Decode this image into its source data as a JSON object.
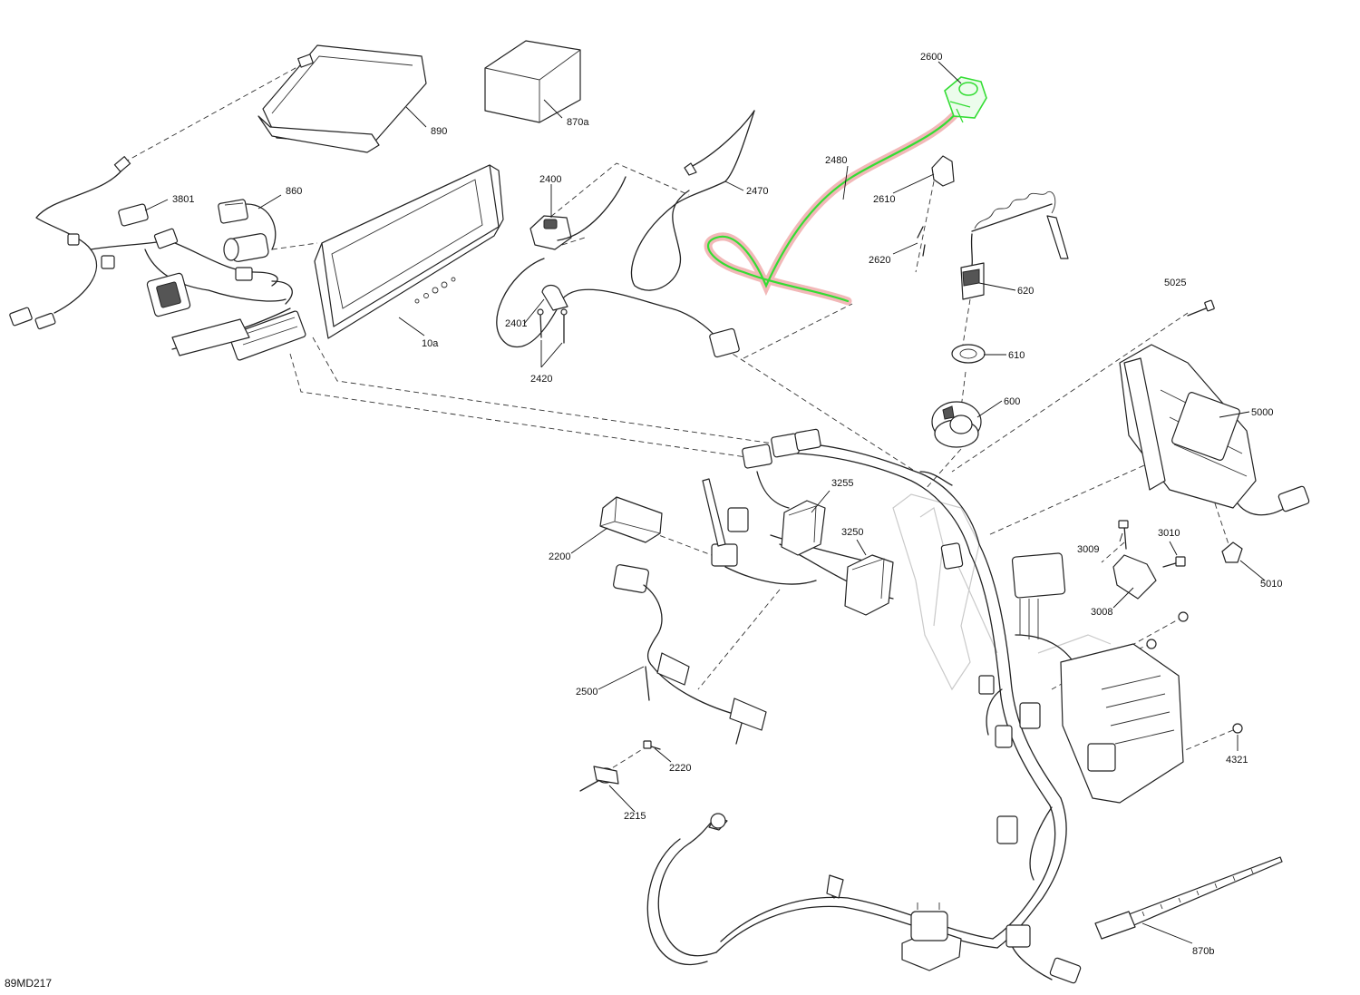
{
  "diagram_code": "89MD217",
  "highlight_colors": {
    "part": "#33dd33",
    "glow": "#f2b8b8",
    "leader": "#d62020"
  },
  "labels": {
    "p890": "890",
    "p870a": "870a",
    "p3801": "3801",
    "p860": "860",
    "p10a": "10a",
    "p2400": "2400",
    "p2401": "2401",
    "p2420": "2420",
    "p2470": "2470",
    "p2480": "2480",
    "p2600": "2600",
    "p2610": "2610",
    "p2620": "2620",
    "p620": "620",
    "p610": "610",
    "p600": "600",
    "p5025": "5025",
    "p5000": "5000",
    "p5010": "5010",
    "p3009": "3009",
    "p3010": "3010",
    "p3008": "3008",
    "p3255": "3255",
    "p3250": "3250",
    "p2200": "2200",
    "p2500": "2500",
    "p2220": "2220",
    "p2215": "2215",
    "p4321": "4321",
    "p870b": "870b"
  }
}
